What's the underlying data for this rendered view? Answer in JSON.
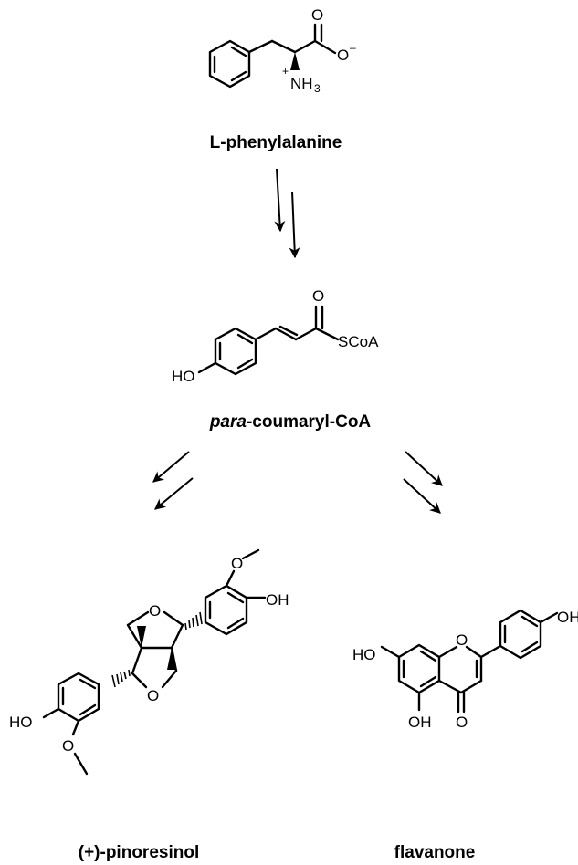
{
  "molecules": {
    "phenylalanine": {
      "name": "L-phenylalanine",
      "atoms": {
        "o_top": "O",
        "o_right": "O",
        "o_charge": "–",
        "n_charge": "+",
        "n_label": "NH",
        "n_sub": "3"
      }
    },
    "coumaryl": {
      "name_prefix": "para",
      "name_suffix": "-coumaryl-CoA",
      "atoms": {
        "o_top": "O",
        "scoa": "SCoA",
        "ho": "HO"
      }
    },
    "pinoresinol": {
      "name": "(+)-pinoresinol",
      "atoms": {
        "o_ring_top": "O",
        "o_ring_bottom": "O",
        "oh": "OH",
        "ho": "HO",
        "o_methoxy_top": "O",
        "o_methoxy_bottom": "O"
      }
    },
    "flavanone": {
      "name": "flavanone",
      "atoms": {
        "oh_right": "OH",
        "ho_left": "HO",
        "o_ring": "O",
        "oh_bottom": "OH",
        "o_carbonyl": "O"
      }
    }
  }
}
